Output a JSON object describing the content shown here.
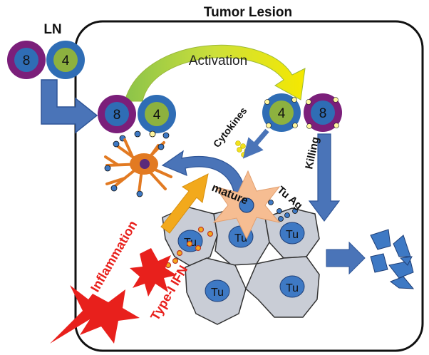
{
  "title": "Tumor Lesion",
  "lymph_node_label": "LN",
  "cells": {
    "cd8": "8",
    "cd4": "4",
    "tumor": "Tu"
  },
  "labels": {
    "activation": "Activation",
    "cytokines": "Cytokines",
    "killing": "Killing",
    "mature": "mature",
    "tumor_antigen": "Tu Ag",
    "inflammation": "Inflammation",
    "type1_ifn": "Type-I IFN"
  },
  "colors": {
    "cd8_ring": "#7B1F7A",
    "cd8_fill": "#2F6DB5",
    "cd4_ring": "#2F6DB5",
    "cd4_fill": "#8DB13F",
    "tumor_cell": "#C9CDD6",
    "tumor_nucleus": "#3E79C4",
    "arrow_blue": "#4A74B8",
    "arrow_orange": "#F2A91C",
    "danger_red": "#E8201C",
    "dc_orange": "#E27A22",
    "pale_dc": "#F6BD92"
  }
}
